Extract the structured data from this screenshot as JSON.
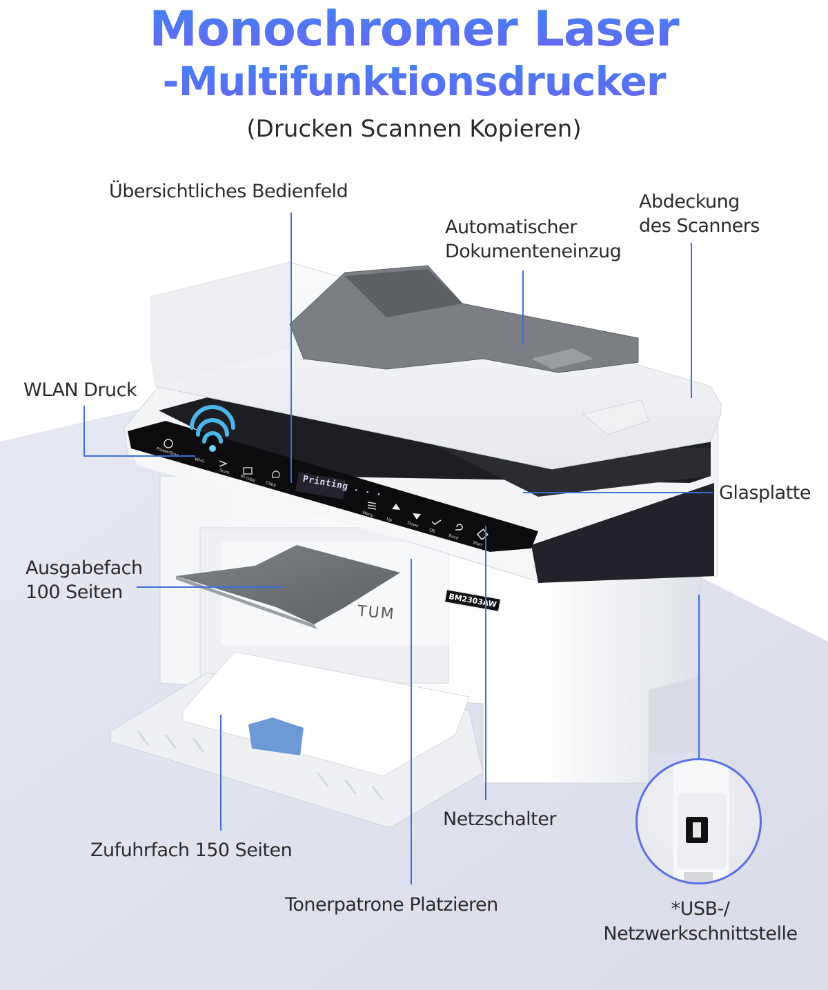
{
  "header": {
    "title_line1": "Monochromer Laser",
    "title_line2": "-Multifunktionsdrucker",
    "subtitle": "(Drucken Scannen Kopieren)"
  },
  "callouts": {
    "control_panel": "Übersichtliches Bedienfeld",
    "adf_line1": "Automatischer",
    "adf_line2": "Dokumenteneinzug",
    "scanner_cover_line1": "Abdeckung",
    "scanner_cover_line2": "des Scanners",
    "wifi": "WLAN Druck",
    "glass": "Glasplatte",
    "output_tray_line1": "Ausgabefach",
    "output_tray_line2": "100 Seiten",
    "power_switch": "Netzschalter",
    "input_tray": "Zufuhrfach 150 Seiten",
    "toner": "Tonerpatrone Platzieren",
    "interface_line1": "*USB-/",
    "interface_line2": "Netzwerkschnittstelle"
  },
  "printer": {
    "lcd_text": "Printing . . .",
    "model": "BM2303AW",
    "brand_partial": "TUM",
    "panel_buttons": [
      "Power/Stop",
      "Wi-Fi",
      "Scan",
      "ID copy",
      "Copy",
      "Menu",
      "Up",
      "Down",
      "OK",
      "Back",
      "Start"
    ]
  },
  "colors": {
    "title_gradient_start": "#3f86f4",
    "title_gradient_end": "#6a63f0",
    "leader_line": "#3f6fd8",
    "inset_ring": "#5a6ee8",
    "floor": "#dde1ee"
  }
}
